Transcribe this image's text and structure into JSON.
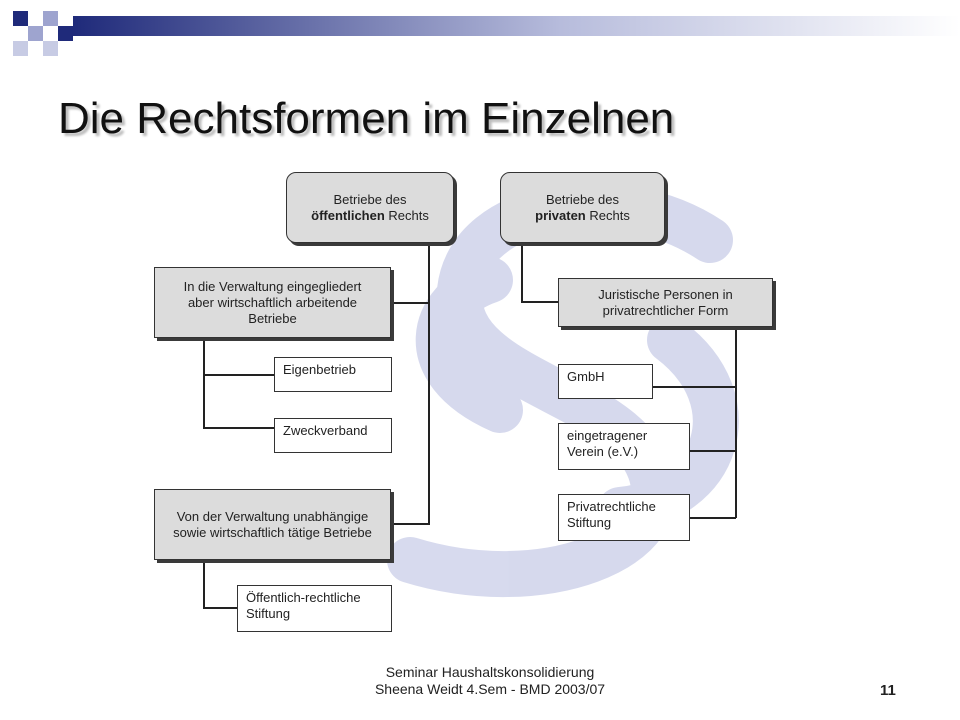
{
  "slide": {
    "title": "Die Rechtsformen im Einzelnen",
    "footer_line1": "Seminar Haushaltskonsolidierung",
    "footer_line2": "Sheena Weidt 4.Sem - BMD 2003/07",
    "page_number": "11"
  },
  "diagram": {
    "public_root": {
      "line1": "Betriebe des",
      "bold": "öffentlichen",
      "rest": " Rechts"
    },
    "private_root": {
      "line1": "Betriebe des",
      "bold": "privaten",
      "rest": " Rechts"
    },
    "public_branch1": "In die Verwaltung eingegliedert aber wirtschaftlich arbeitende Betriebe",
    "eigenbetrieb": "Eigenbetrieb",
    "zweckverband": "Zweckverband",
    "public_branch2": "Von der Verwaltung unabhängige sowie wirtschaftlich tätige Betriebe",
    "oeffentliche_stiftung_l1": "Öffentlich-rechtliche",
    "oeffentliche_stiftung_l2": "Stiftung",
    "private_branch": "Juristische Personen in privatrechtlicher Form",
    "gmbh": "GmbH",
    "verein_l1": "eingetragener",
    "verein_l2": "Verein (e.V.)",
    "private_stiftung_l1": "Privatrechtliche",
    "private_stiftung_l2": "Stiftung"
  },
  "colors": {
    "square_dark": "#1f2a7a",
    "square_light": "#a8add3",
    "box_fill": "#dcdcdc"
  }
}
